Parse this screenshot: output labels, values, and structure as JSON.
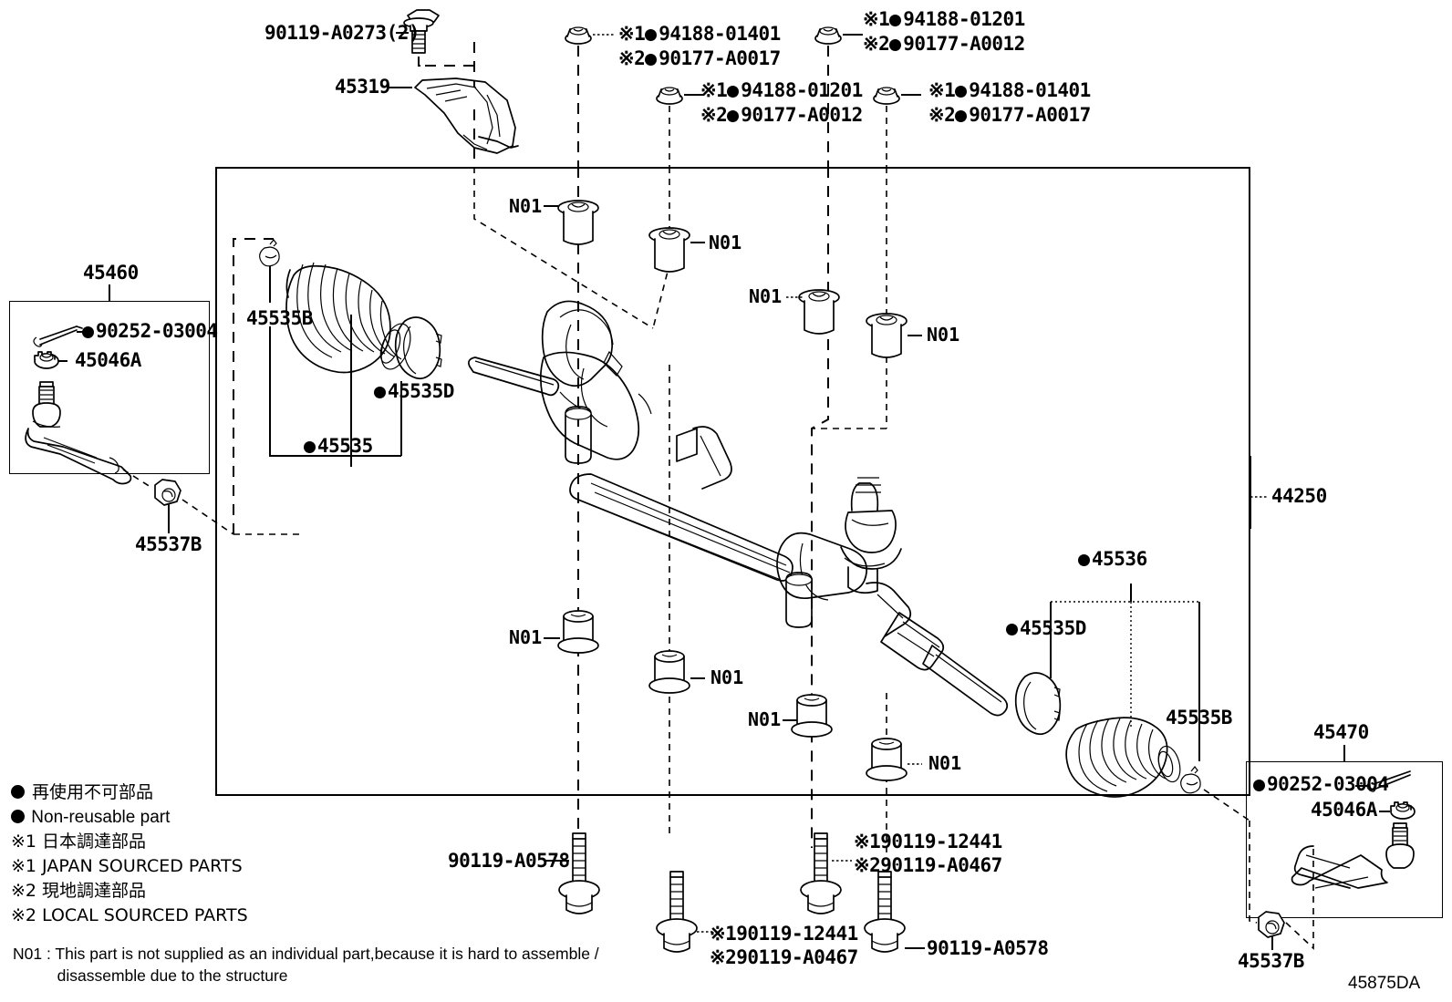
{
  "diagram": {
    "code": "45875DA",
    "main_assembly_label": "44250"
  },
  "callouts": {
    "bolt_top_left": "90119-A0273(2)",
    "bracket": "45319",
    "left_panel_title": "45460",
    "right_panel_title": "45470",
    "cotter_pin": "90252-03004",
    "castle_nut": "45046A",
    "boot_clamp_small": "45535B",
    "boot_clip": "45535D",
    "boot": "45535",
    "rack_end_left": "45537B",
    "rack_end_right": "45537B",
    "boot_kit_right": "45536",
    "boot_clip_right": "45535D",
    "boot_clamp_right": "45535B",
    "n01": "N01"
  },
  "nut_callouts": [
    {
      "id": "nut-top-left",
      "line1_mark": "※1",
      "line1_part": "94188-01401",
      "line2_mark": "※2",
      "line2_part": "90177-A0017"
    },
    {
      "id": "nut-top-right",
      "line1_mark": "※1",
      "line1_part": "94188-01201",
      "line2_mark": "※2",
      "line2_part": "90177-A0012"
    },
    {
      "id": "nut-mid-left",
      "line1_mark": "※1",
      "line1_part": "94188-01201",
      "line2_mark": "※2",
      "line2_part": "90177-A0012"
    },
    {
      "id": "nut-mid-right",
      "line1_mark": "※1",
      "line1_part": "94188-01401",
      "line2_mark": "※2",
      "line2_part": "90177-A0017"
    }
  ],
  "bolt_callouts": [
    {
      "id": "bolt-1",
      "part": "90119-A0578"
    },
    {
      "id": "bolt-2",
      "line1_mark": "※1",
      "line1_part": "90119-12441",
      "line2_mark": "※2",
      "line2_part": "90119-A0467"
    },
    {
      "id": "bolt-3",
      "line1_mark": "※1",
      "line1_part": "90119-12441",
      "line2_mark": "※2",
      "line2_part": "90119-A0467"
    },
    {
      "id": "bolt-4",
      "part": "90119-A0578"
    }
  ],
  "n01_labels": [
    {
      "id": "n01-u1",
      "text": "N01"
    },
    {
      "id": "n01-u2",
      "text": "N01"
    },
    {
      "id": "n01-u3",
      "text": "N01"
    },
    {
      "id": "n01-u4",
      "text": "N01"
    },
    {
      "id": "n01-l1",
      "text": "N01"
    },
    {
      "id": "n01-l2",
      "text": "N01"
    },
    {
      "id": "n01-l3",
      "text": "N01"
    },
    {
      "id": "n01-l4",
      "text": "N01"
    }
  ],
  "legend": {
    "nonreusable_jp": "再使用不可部品",
    "nonreusable_en": "Non-reusable part",
    "mark1_jp": "※1 日本調達部品",
    "mark1_en": "※1 JAPAN SOURCED PARTS",
    "mark2_jp": "※2 現地調達部品",
    "mark2_en": "※2 LOCAL SOURCED PARTS",
    "note_n01": "N01 : This part is not supplied as an individual part,because it is hard to assemble /\n          disassemble due to the structure"
  },
  "colors": {
    "line": "#000000",
    "background": "#ffffff"
  }
}
